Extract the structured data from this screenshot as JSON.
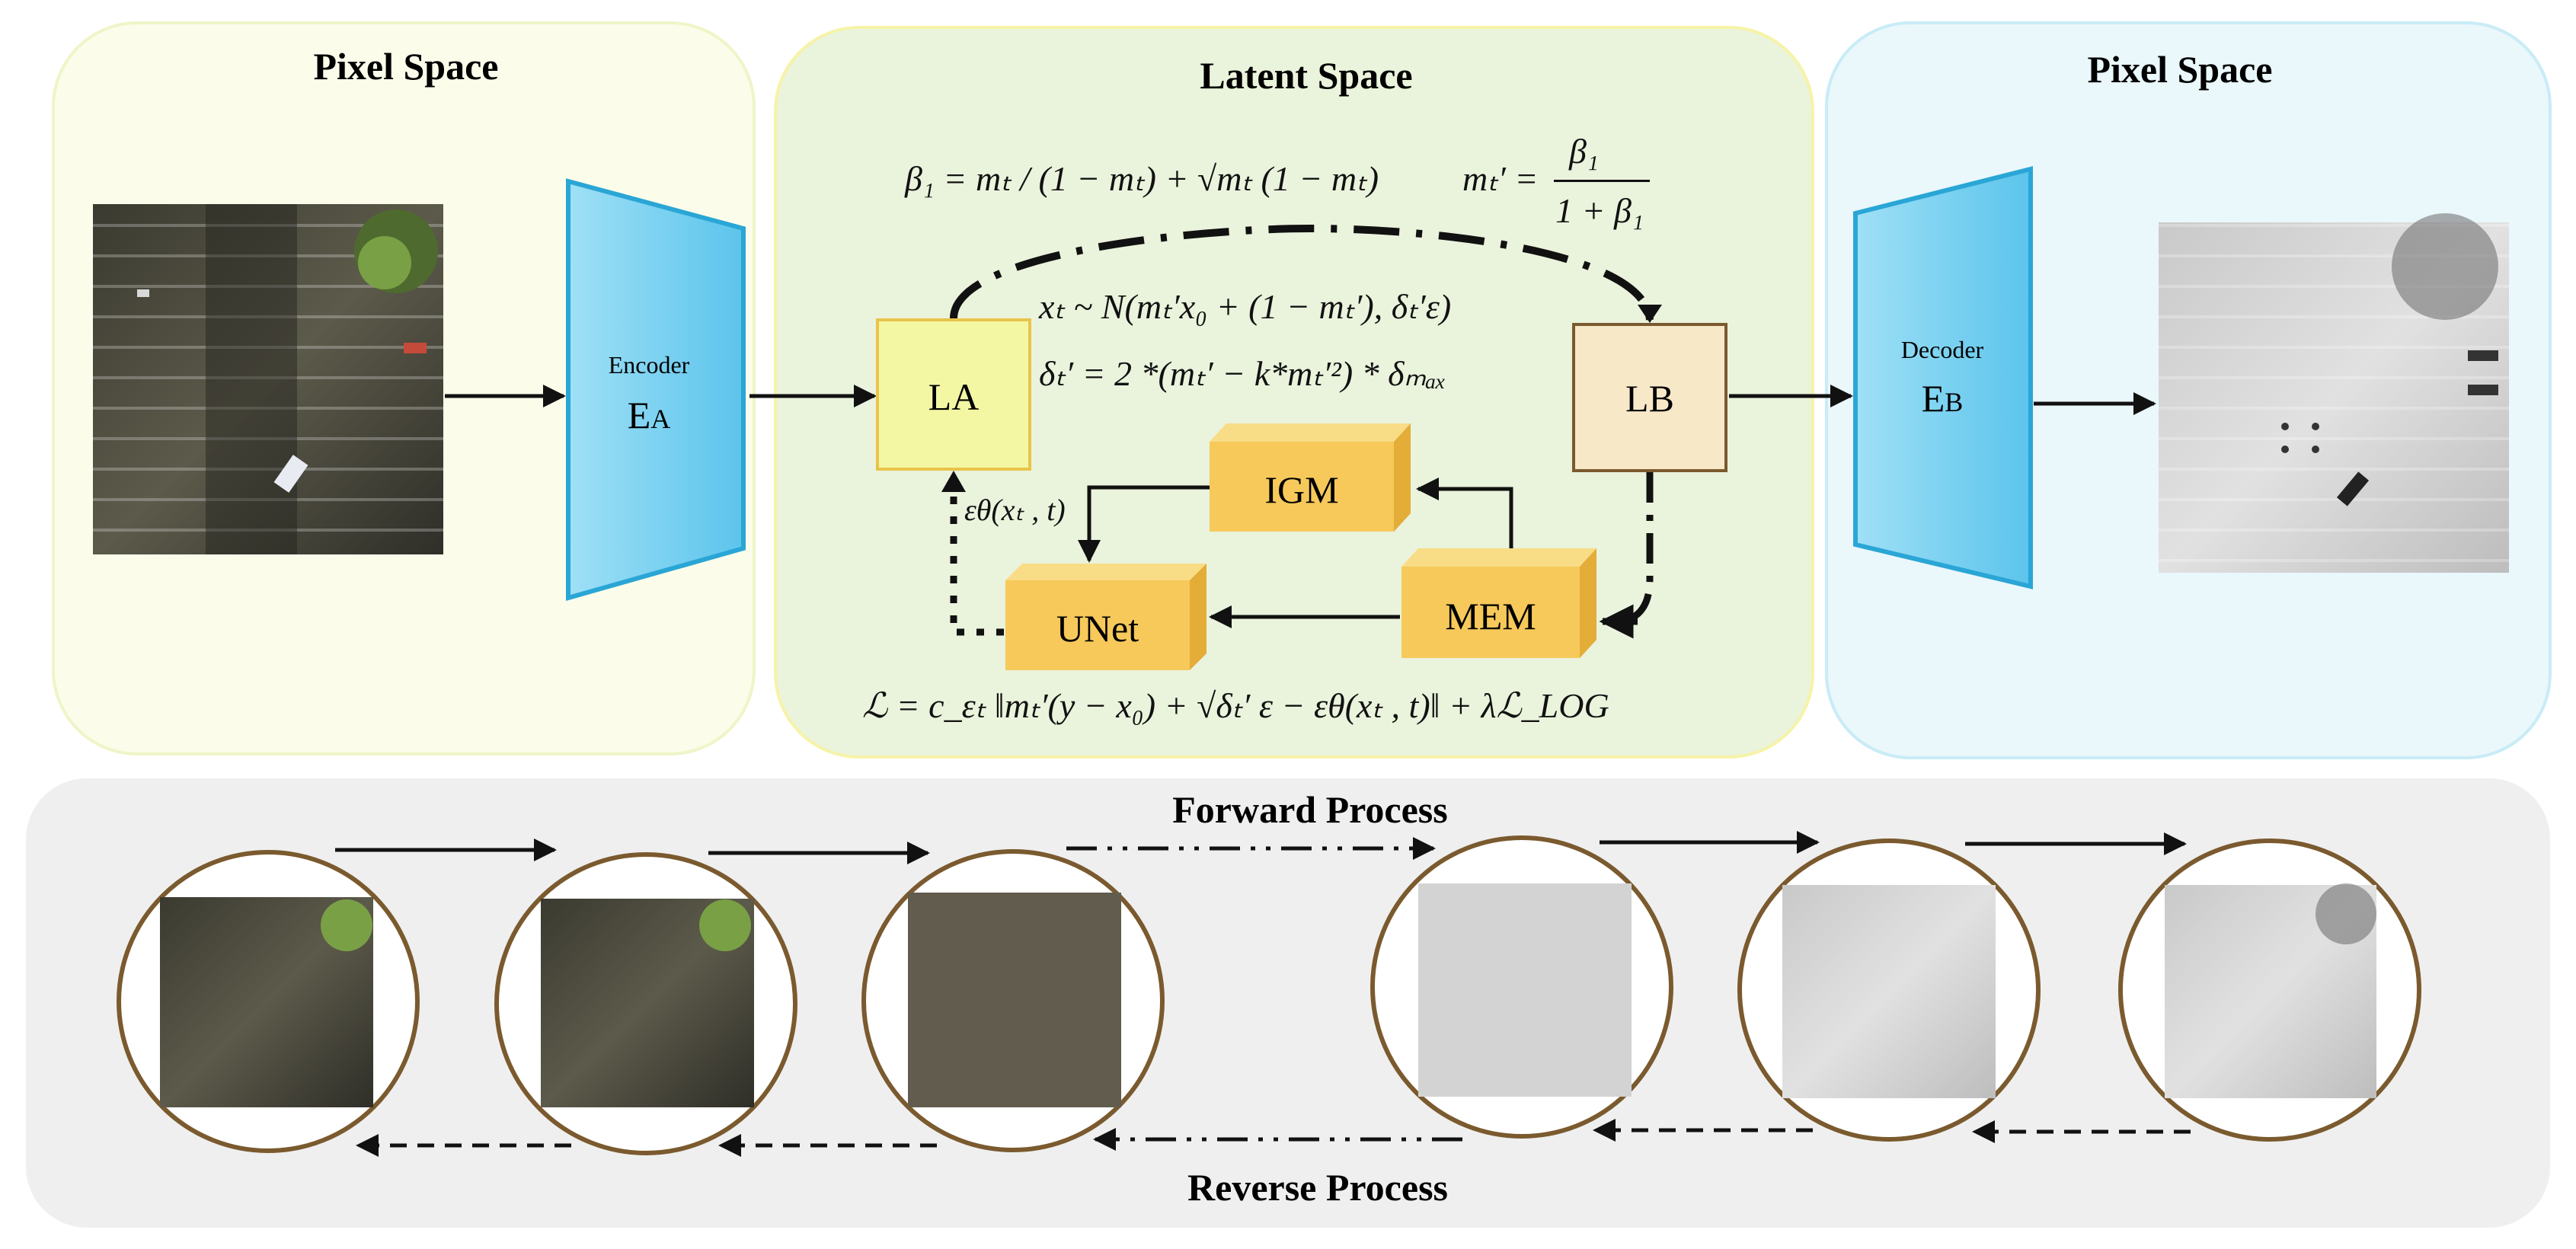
{
  "panels": {
    "left_title": "Pixel Space",
    "middle_title": "Latent Space",
    "right_title": "Pixel Space"
  },
  "blocks": {
    "encoder_word": "Encoder",
    "encoder_sym": "E",
    "encoder_sub": "A",
    "decoder_word": "Decoder",
    "decoder_sym": "E",
    "decoder_sub": "B",
    "la": "LA",
    "lb": "LB",
    "igm": "IGM",
    "unet": "UNet",
    "mem": "MEM"
  },
  "formulas": {
    "beta": "β₁ = mₜ / (1 − mₜ) + √mₜ (1 − mₜ)",
    "mt_prime_lhs": "mₜ′ =",
    "mt_prime_num": "β₁",
    "mt_prime_den": "1 + β₁",
    "xt": "xₜ ~ N(mₜ′x₀ + (1 − mₜ′), δₜ′ε)",
    "delta": "δₜ′  = 2 *(mₜ′ − k*mₜ′²) * δₘₐₓ",
    "eps": "εθ(xₜ , t)",
    "loss": "ℒ = c_εₜ ‖mₜ′(y − x₀) + √δₜ′ ε − εθ(xₜ , t)‖ + λℒ_LOG"
  },
  "bottom": {
    "forward_label": "Forward Process",
    "reverse_label": "Reverse Process"
  },
  "colors": {
    "left_panel_bg": "#fbfdea",
    "left_panel_border": "#f0f4c8",
    "middle_panel_bg": "#eaf3dc",
    "middle_panel_border": "#f6f3a8",
    "right_panel_bg": "#eaf7fb",
    "right_panel_border": "#c9ecf6",
    "bottom_panel_bg": "#efefef",
    "trapezoid_fill": "#7fd3f2",
    "trapezoid_edge": "#2aa6d6",
    "la_fill": "#f3f7a3",
    "la_border": "#e8c44a",
    "lb_fill": "#f7e8c8",
    "lb_border": "#7a5a2e",
    "module_fill": "#f6c95a",
    "module_top": "#f9dc86",
    "module_side": "#e3ad38",
    "circle_stroke": "#7a5a2e"
  }
}
